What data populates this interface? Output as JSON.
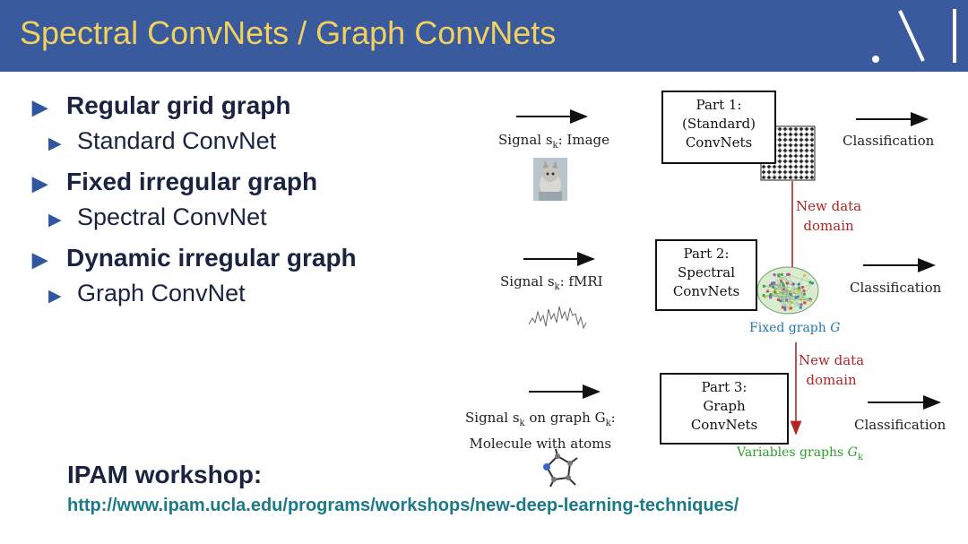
{
  "header": {
    "title": "Spectral ConvNets / Graph ConvNets",
    "bg_color": "#3a5a9e",
    "title_color": "#f2d060",
    "logo_icon": "three-stroke-logo"
  },
  "bullets": [
    {
      "main": "Regular grid graph",
      "sub": "Standard ConvNet"
    },
    {
      "main": "Fixed irregular graph",
      "sub": "Spectral ConvNet"
    },
    {
      "main": "Dynamic irregular graph",
      "sub": "Graph ConvNet"
    }
  ],
  "diagram": {
    "row1": {
      "signal": "Signal s",
      "signal_sub": "k",
      "signal_rest": ": Image",
      "box": [
        "Part 1:",
        "(Standard)",
        "ConvNets"
      ],
      "output": "Classification"
    },
    "arrow1_label": [
      "New data",
      "domain"
    ],
    "row2": {
      "signal": "Signal s",
      "signal_sub": "k",
      "signal_rest": ": fMRI",
      "box": [
        "Part 2:",
        "Spectral",
        "ConvNets"
      ],
      "output": "Classification",
      "graph_label": "Fixed graph ",
      "graph_symbol": "G"
    },
    "arrow2_label": [
      "New data",
      "domain"
    ],
    "row3": {
      "signal_line1_a": "Signal s",
      "signal_line1_sub": "k",
      "signal_line1_b": " on graph G",
      "signal_line1_sub2": "k",
      "signal_line1_c": ":",
      "signal_line2": "Molecule with atoms",
      "box": [
        "Part 3:",
        "Graph",
        "ConvNets"
      ],
      "output": "Classification",
      "graph_label": "Variables graphs ",
      "graph_symbol": "G",
      "graph_sub": "k"
    },
    "colors": {
      "red": "#b32424",
      "blue": "#1f77b4",
      "green": "#2ca02c"
    }
  },
  "footer": {
    "workshop": "IPAM workshop:",
    "url": "http://www.ipam.ucla.edu/programs/workshops/new-deep-learning-techniques/"
  }
}
